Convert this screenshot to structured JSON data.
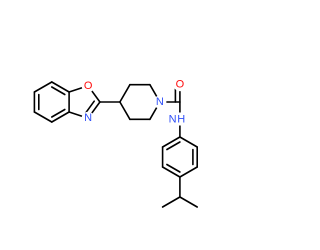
{
  "molecule": {
    "atoms": {
      "O1": {
        "symbol": "O",
        "color": "#ff0d0d"
      },
      "N3": {
        "symbol": "N",
        "color": "#3050f8"
      },
      "N_pip": {
        "symbol": "N",
        "color": "#3050f8"
      },
      "O_carbonyl": {
        "symbol": "O",
        "color": "#ff0d0d"
      },
      "NH": {
        "symbol": "N",
        "h_symbol": "H",
        "color": "#3050f8"
      }
    },
    "bond_color": "#000000"
  }
}
